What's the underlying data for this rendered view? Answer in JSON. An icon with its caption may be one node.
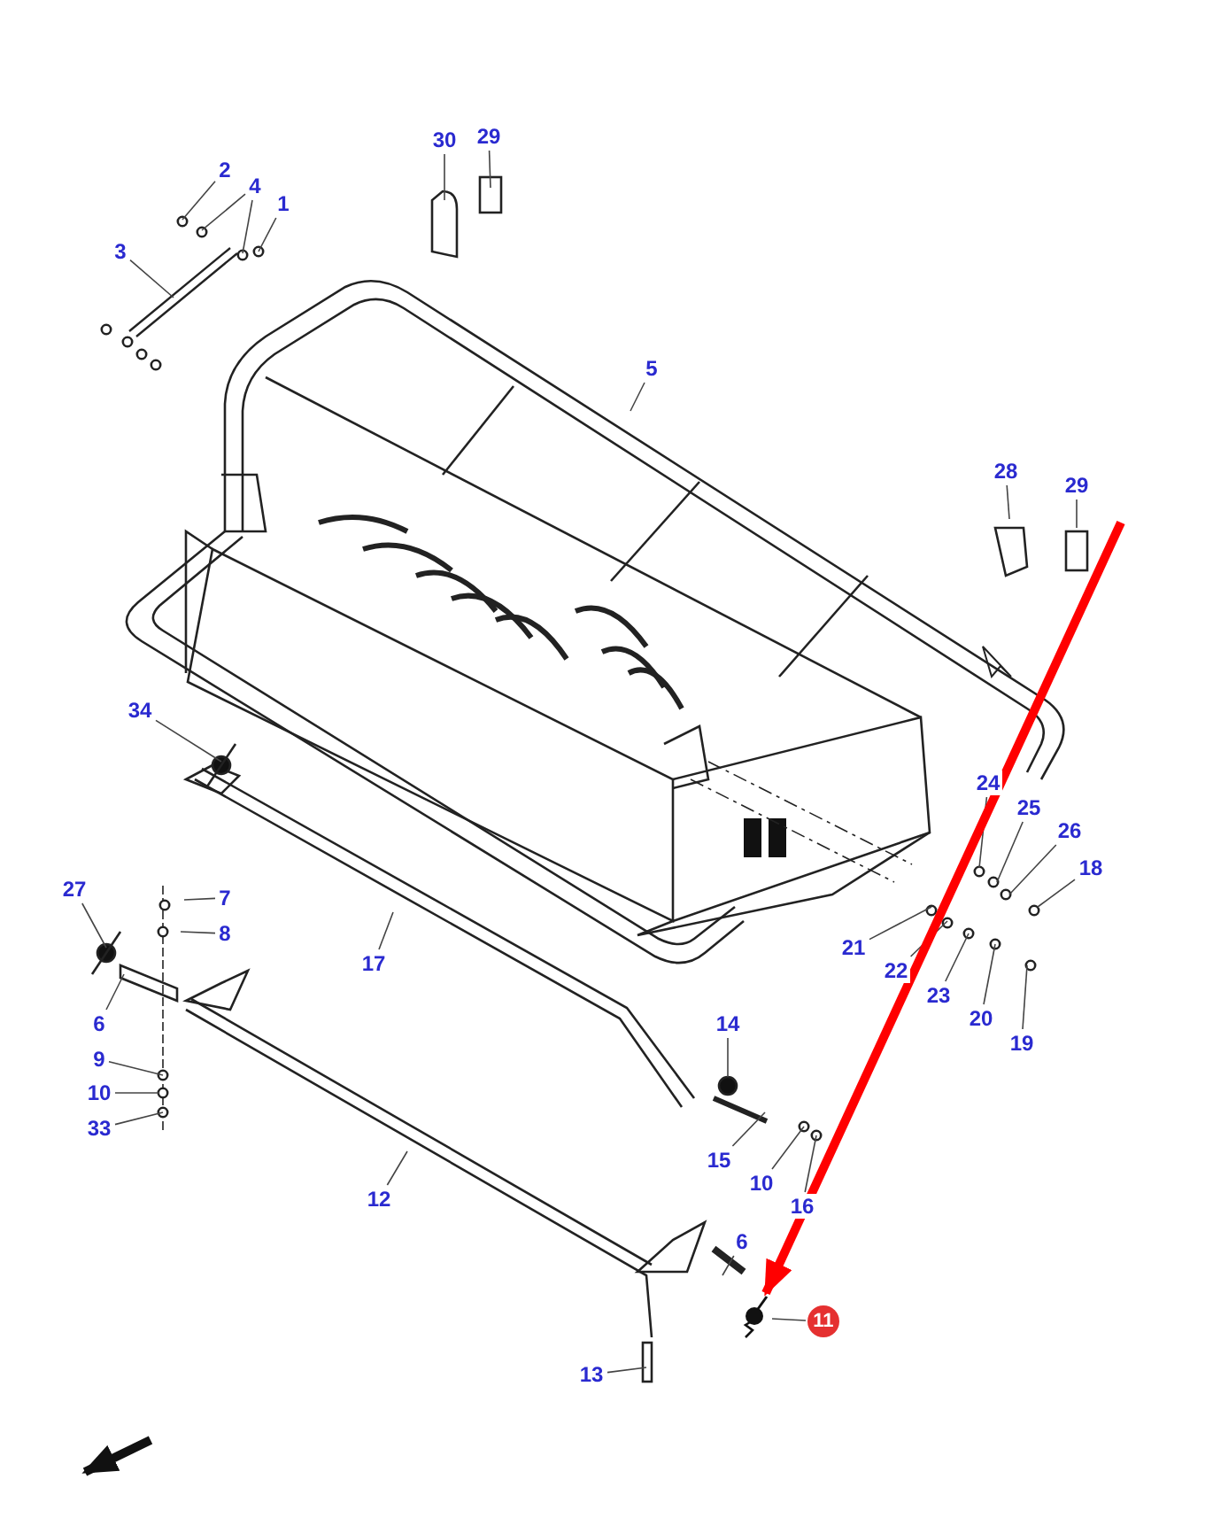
{
  "diagram": {
    "nodes": [
      {
        "text": [
          "2"
        ]
      },
      {
        "text": [
          "4"
        ]
      },
      {
        "text": [
          "1"
        ]
      },
      {
        "text": [
          "3"
        ]
      },
      {
        "text": [
          "30"
        ]
      },
      {
        "text": [
          "29"
        ]
      },
      {
        "text": [
          "5"
        ]
      },
      {
        "text": [
          "28"
        ]
      },
      {
        "text": [
          "29"
        ]
      },
      {
        "text": [
          "34"
        ]
      },
      {
        "text": [
          "24"
        ]
      },
      {
        "text": [
          "25"
        ]
      },
      {
        "text": [
          "26"
        ]
      },
      {
        "text": [
          "18"
        ]
      },
      {
        "text": [
          "27"
        ]
      },
      {
        "text": [
          "7"
        ]
      },
      {
        "text": [
          "8"
        ]
      },
      {
        "text": [
          "21"
        ]
      },
      {
        "text": [
          "22"
        ]
      },
      {
        "text": [
          "23"
        ]
      },
      {
        "text": [
          "20"
        ]
      },
      {
        "text": [
          "19"
        ]
      },
      {
        "text": [
          "6"
        ]
      },
      {
        "text": [
          "17"
        ]
      },
      {
        "text": [
          "9"
        ]
      },
      {
        "text": [
          "14"
        ]
      },
      {
        "text": [
          "10"
        ]
      },
      {
        "text": [
          "33"
        ]
      },
      {
        "text": [
          "15"
        ]
      },
      {
        "text": [
          "10"
        ]
      },
      {
        "text": [
          "16"
        ]
      },
      {
        "text": [
          "12"
        ]
      },
      {
        "text": [
          "6"
        ]
      },
      {
        "text": [
          "11"
        ]
      },
      {
        "text": [],
        "shape": "picture"
      },
      {
        "text": [
          "13"
        ]
      }
    ],
    "edges": [
      {
        "from": 0,
        "to": null,
        "arrow": "none"
      },
      {
        "from": 1,
        "to": null,
        "arrow": "none"
      },
      {
        "from": 1,
        "to": null,
        "arrow": "none"
      },
      {
        "from": 2,
        "to": null,
        "arrow": "none"
      },
      {
        "from": 3,
        "to": null,
        "arrow": "none"
      },
      {
        "from": 4,
        "to": null,
        "arrow": "none"
      },
      {
        "from": 5,
        "to": null,
        "arrow": "none"
      },
      {
        "from": 6,
        "to": null,
        "arrow": "none"
      },
      {
        "from": 7,
        "to": null,
        "arrow": "none"
      },
      {
        "from": 8,
        "to": null,
        "arrow": "none"
      },
      {
        "from": 9,
        "to": null,
        "arrow": "none"
      },
      {
        "from": 10,
        "to": null,
        "arrow": "none"
      },
      {
        "from": 11,
        "to": null,
        "arrow": "none"
      },
      {
        "from": 12,
        "to": null,
        "arrow": "none"
      },
      {
        "from": 13,
        "to": null,
        "arrow": "none"
      },
      {
        "from": 14,
        "to": null,
        "arrow": "none"
      },
      {
        "from": 15,
        "to": null,
        "arrow": "none"
      },
      {
        "from": 16,
        "to": null,
        "arrow": "none"
      },
      {
        "from": 17,
        "to": null,
        "arrow": "none"
      },
      {
        "from": 18,
        "to": null,
        "arrow": "none"
      },
      {
        "from": 19,
        "to": null,
        "arrow": "none"
      },
      {
        "from": 20,
        "to": null,
        "arrow": "none"
      },
      {
        "from": 21,
        "to": null,
        "arrow": "none"
      },
      {
        "from": 22,
        "to": null,
        "arrow": "none"
      },
      {
        "from": 23,
        "to": null,
        "arrow": "none"
      },
      {
        "from": 24,
        "to": null,
        "arrow": "none"
      },
      {
        "from": 25,
        "to": null,
        "arrow": "none"
      },
      {
        "from": 26,
        "to": null,
        "arrow": "none"
      },
      {
        "from": 27,
        "to": null,
        "arrow": "none"
      },
      {
        "from": 28,
        "to": null,
        "arrow": "none"
      },
      {
        "from": 29,
        "to": null,
        "arrow": "none"
      },
      {
        "from": 30,
        "to": null,
        "arrow": "none"
      },
      {
        "from": 31,
        "to": null,
        "arrow": "none"
      },
      {
        "from": 32,
        "to": null,
        "arrow": "none"
      },
      {
        "from": 33,
        "to": 34,
        "arrow": "none"
      },
      {
        "from": 35,
        "to": null,
        "arrow": "none"
      },
      {
        "from": null,
        "to": 34,
        "arrow": "to",
        "style": "thick",
        "color": "#ff0000"
      }
    ]
  }
}
